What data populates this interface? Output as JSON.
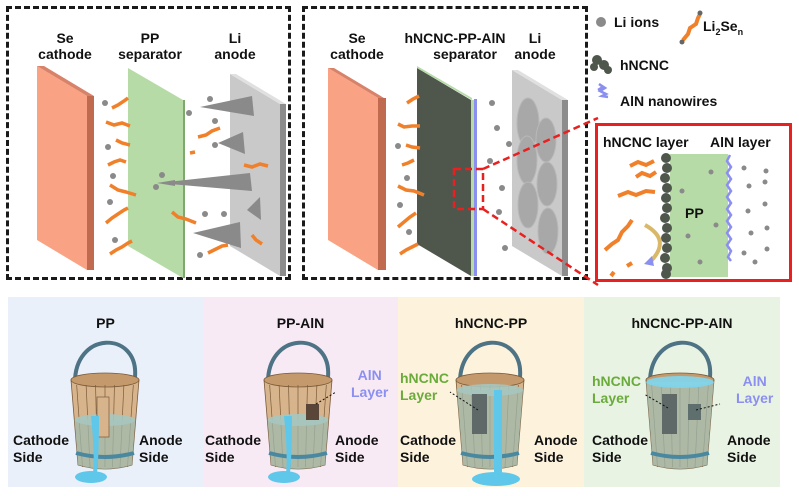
{
  "top": {
    "panel_conventional": {
      "cathode_label": [
        "Se",
        "cathode"
      ],
      "separator_label": [
        "PP",
        "separator"
      ],
      "anode_label": [
        "Li",
        "anode"
      ]
    },
    "panel_modified": {
      "cathode_label": [
        "Se",
        "cathode"
      ],
      "separator_label": [
        "hNCNC-PP-AlN",
        "separator"
      ],
      "anode_label": [
        "Li",
        "anode"
      ]
    },
    "legend": {
      "li_ions": "Li ions",
      "li2sen": "Li",
      "li2sen_sub1": "2",
      "li2sen_mid": "Se",
      "li2sen_sub2": "n",
      "hncnc": "hNCNC",
      "aln": "AlN nanowires"
    },
    "zoom_inset": {
      "left_label": "hNCNC layer",
      "right_label": "AlN layer",
      "center_label": "PP"
    }
  },
  "bottom": {
    "panels": [
      {
        "title": "PP",
        "cathode": [
          "Cathode",
          "Side"
        ],
        "anode": [
          "Anode",
          "Side"
        ],
        "bg": "#e9f0fa"
      },
      {
        "title": "PP-AlN",
        "cathode": [
          "Cathode",
          "Side"
        ],
        "anode": [
          "Anode",
          "Side"
        ],
        "layer_right": [
          "AlN",
          "Layer"
        ],
        "bg": "#f8eaf5"
      },
      {
        "title": "hNCNC-PP",
        "cathode": [
          "Cathode",
          "Side"
        ],
        "anode": [
          "Anode",
          "Side"
        ],
        "layer_left": [
          "hNCNC",
          "Layer"
        ],
        "bg": "#fdf3dd"
      },
      {
        "title": "hNCNC-PP-AlN",
        "cathode": [
          "Cathode",
          "Side"
        ],
        "anode": [
          "Anode",
          "Side"
        ],
        "layer_left": [
          "hNCNC",
          "Layer"
        ],
        "layer_right": [
          "AlN",
          "Layer"
        ],
        "bg": "#e9f3e3"
      }
    ]
  },
  "colors": {
    "cathode": "#f9a384",
    "pp": "#b6dba7",
    "hncnc": "#4f574d",
    "aln": "#8b8ff0",
    "anode": "#c4c4c4",
    "polysulfide": "#f0802a",
    "inset_border": "#e8201f",
    "water": "#5fc8ea",
    "wood": "#d7b48c"
  }
}
